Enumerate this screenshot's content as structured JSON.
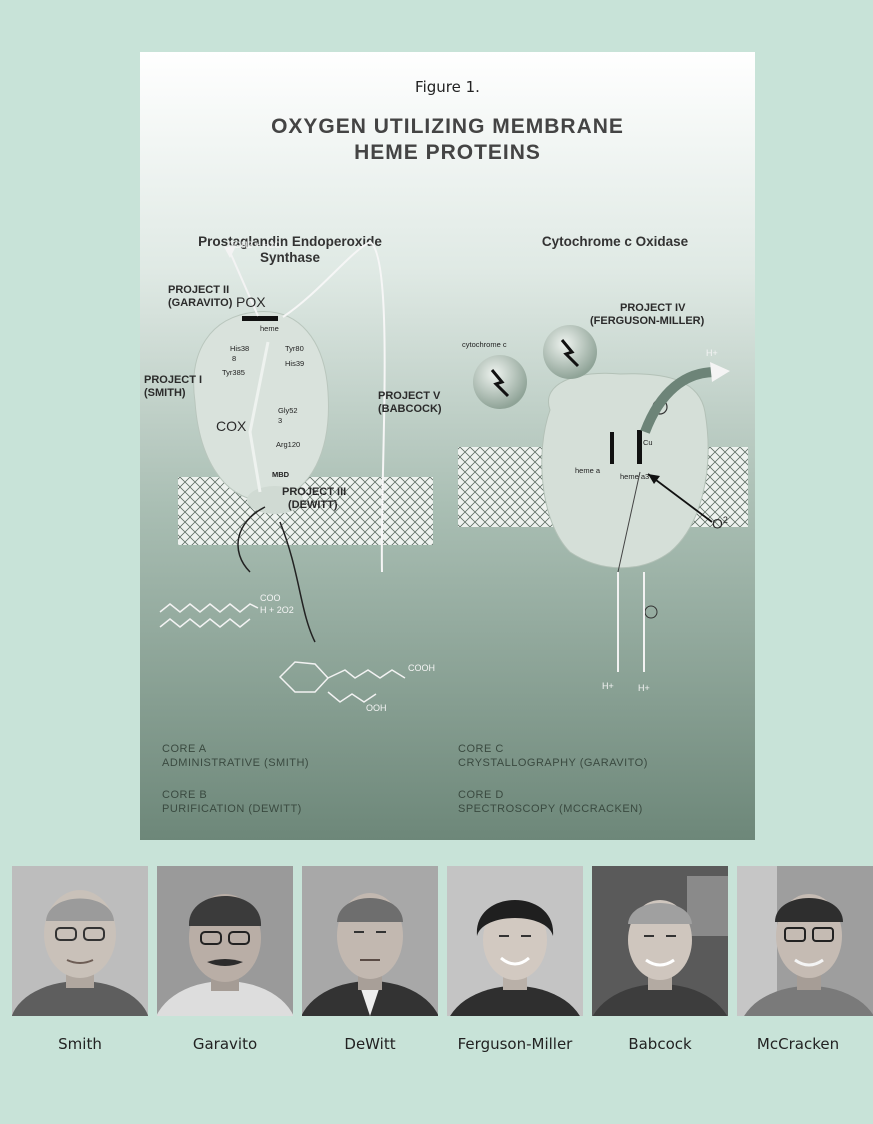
{
  "figure": {
    "label": "Figure 1.",
    "title_line1": "OXYGEN UTILIZING MEMBRANE",
    "title_line2": "HEME PROTEINS",
    "left_heading_line1": "Prostaglandin Endoperoxide",
    "left_heading_line2": "Synthase",
    "right_heading": "Cytochrome c Oxidase"
  },
  "diagram_labels": {
    "project_ii_1": "PROJECT II",
    "project_ii_2": "(GARAVITO)",
    "pox": "POX",
    "cox": "COX",
    "project_i_1": "PROJECT I",
    "project_i_2": "(SMITH)",
    "project_iii_1": "PROJECT III",
    "project_iii_2": "(DEWITT)",
    "project_v_1": "PROJECT V",
    "project_v_2": "(BABCOCK)",
    "project_iv_1": "PROJECT IV",
    "project_iv_2": "(FERGUSON-MILLER)",
    "pgh2": "PGH2 + H2O",
    "his388": "His38",
    "his388b": "8",
    "tyr385": "Tyr385",
    "tyr80": "Tyr80",
    "his39": "His39",
    "heme": "heme",
    "gly52": "Gly52",
    "gly52b": "3",
    "arg120": "Arg120",
    "mbd": "MBD",
    "cooh_left": "COO",
    "h_2o2": "H + 2O2",
    "cooh": "COOH",
    "ooh": "OOH",
    "cytochrome_c": "cytochrome c",
    "o2": "O",
    "o2sub": "2",
    "hplus1": "H+",
    "hplus2": "H+",
    "hplus3": "H+",
    "heme_a": "heme a",
    "heme_a3": "heme a3",
    "cu": "Cu"
  },
  "cores": {
    "a_line1": "CORE A",
    "a_line2": "ADMINISTRATIVE (SMITH)",
    "b_line1": "CORE B",
    "b_line2": "PURIFICATION (DEWITT)",
    "c_line1": "CORE C",
    "c_line2": "CRYSTALLOGRAPHY (GARAVITO)",
    "d_line1": "CORE D",
    "d_line2": "SPECTROSCOPY (MCCRACKEN)"
  },
  "people": [
    {
      "name": "Smith"
    },
    {
      "name": "Garavito"
    },
    {
      "name": "DeWitt"
    },
    {
      "name": "Ferguson-Miller"
    },
    {
      "name": "Babcock"
    },
    {
      "name": "McCracken"
    }
  ],
  "colors": {
    "page_bg": "#c8e3d8",
    "protein_fill": "#d7e1db"
  }
}
